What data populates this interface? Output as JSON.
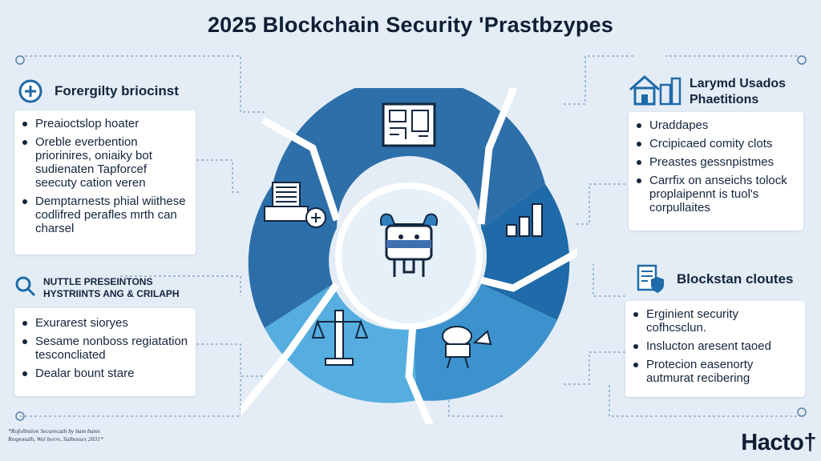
{
  "title": "2025 Blockchain Security 'Prastbzypes",
  "sections": {
    "foresight": {
      "heading": "Forergilty briocinst",
      "items": [
        "Preaioctslop hoater",
        "Oreble everbention priorinires, oniaiky bot sudienaten Tapforcef seecuty cation veren",
        "Demptarnests phial wiithese codlifred perafles mrth can charsel"
      ]
    },
    "nutile": {
      "heading_line1": "NUTTLE  PRESEINTONS",
      "heading_line2": "HYSTRIINTS ANG & CRILAPH",
      "items": [
        "Exurarest sioryes",
        "Sesame nonboss regiatation tesconcliated",
        "Dealar bount stare"
      ]
    },
    "larymd": {
      "heading_line1": "Larymd Usados",
      "heading_line2": "Phaetitions",
      "items": [
        "Uraddapes",
        "Crcipicaed comity clots",
        "Preastes gessnpistmes",
        "Carrfix on anseichs tolock proplaipennt is tuol's corpullaites"
      ]
    },
    "blockstan": {
      "heading": "Blockstan cloutes",
      "items": [
        "Erginient security cofhcsclun.",
        "Inslucton aresent taoed",
        "Protecion easenorty autmurat recibering"
      ]
    }
  },
  "footnote": {
    "line1": "*Rofolbstion Securecath by bam bams",
    "line2": "Rosponalh, Wel borre, Sulbosses 2031*"
  },
  "brand": "Hacto†",
  "colors": {
    "background": "#e4edf6",
    "segment_top": "#2d6fa9",
    "segment_left": "#2c6ea8",
    "segment_right": "#1f6aa8",
    "segment_bottom_right": "#3c92cc",
    "segment_bottom_left": "#55aedf",
    "accent_icon": "#2f7fbf",
    "connector": "#7c9fc4"
  },
  "icons": {
    "center": "robot-icon",
    "top": "circuit-board-icon",
    "left": "server-printer-icon",
    "right": "bar-chart-icon",
    "bottom_left": "balance-scale-icon",
    "bottom_right": "engineer-icon",
    "foresight": "plus-circle-icon",
    "nutile": "search-icon",
    "larymd": "house-buildings-icon",
    "blockstan": "document-shield-icon"
  }
}
